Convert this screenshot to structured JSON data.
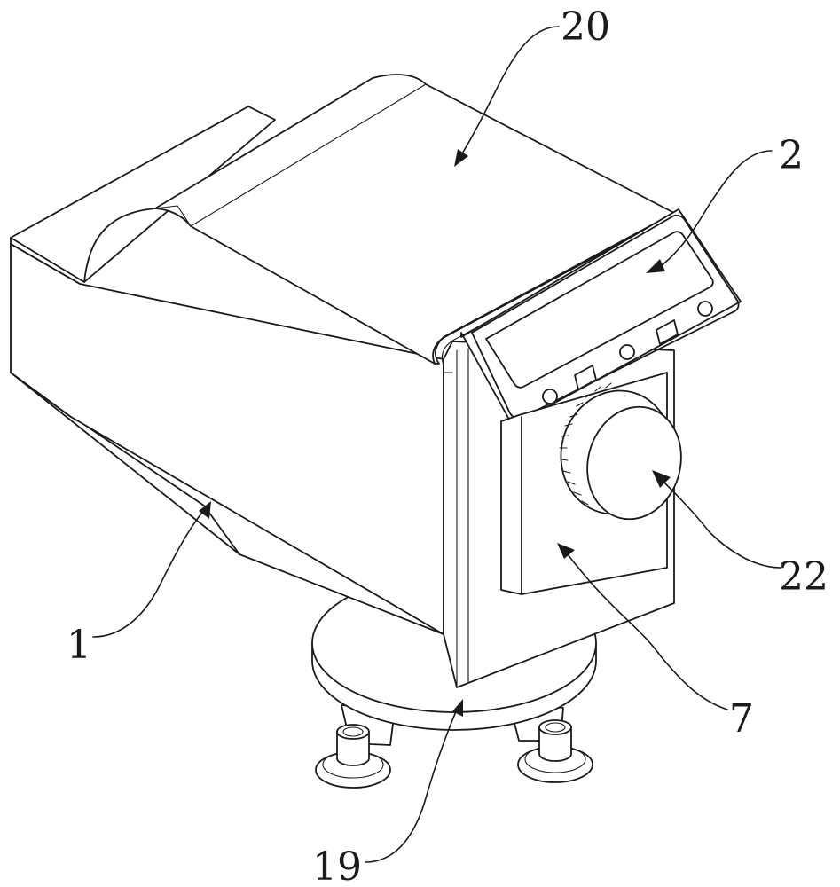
{
  "figure": {
    "reference_numerals": {
      "housing": "1",
      "display_panel": "2",
      "door": "7",
      "base": "19",
      "top_cover": "20",
      "knob": "22"
    }
  }
}
